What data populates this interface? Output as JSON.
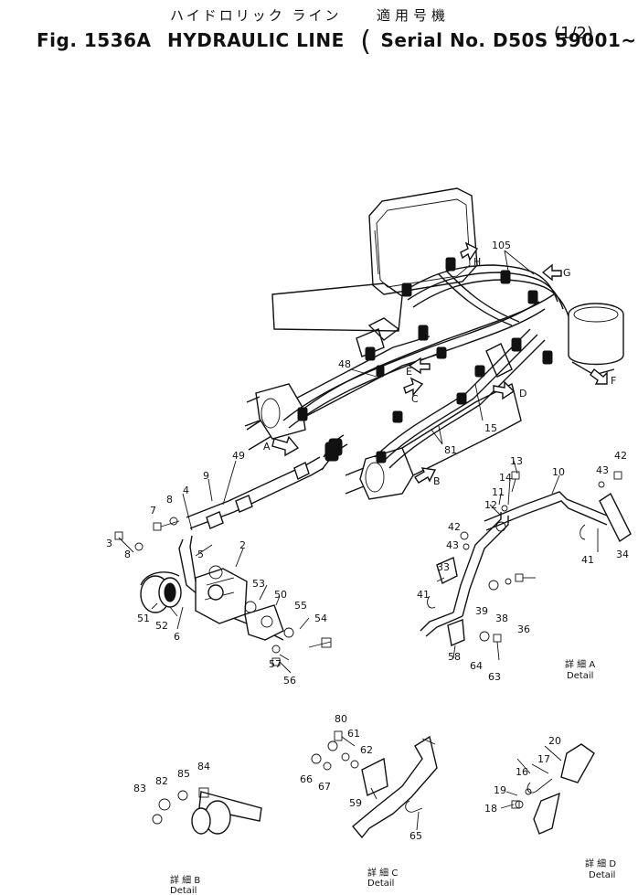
{
  "header": {
    "jp_subtitle": "ハイドロリック ライン",
    "jp_serial": "適用号機",
    "fig_no": "Fig. 1536A",
    "title": "HYDRAULIC LINE",
    "serial": "Serial No. D50S 59001~",
    "sheet": "(1/2)"
  },
  "parts": [
    "105",
    "48",
    "15",
    "81",
    "49",
    "9",
    "4",
    "8",
    "7",
    "3",
    "8",
    "5",
    "2",
    "51",
    "52",
    "6",
    "53",
    "50",
    "55",
    "54",
    "57",
    "56",
    "13",
    "14",
    "11",
    "12",
    "10",
    "42",
    "43",
    "42",
    "43",
    "33",
    "41",
    "39",
    "38",
    "36",
    "41",
    "58",
    "64",
    "63",
    "34",
    "80",
    "61",
    "62",
    "66",
    "67",
    "59",
    "65",
    "83",
    "82",
    "85",
    "84",
    "20",
    "17",
    "16",
    "19",
    "18"
  ],
  "arrows": [
    "A",
    "B",
    "C",
    "D",
    "E",
    "F",
    "G",
    "H"
  ],
  "details": [
    {
      "jp": "詳 細 A",
      "en": "Detail"
    },
    {
      "jp": "詳 細 B",
      "en": "Detail"
    },
    {
      "jp": "詳 細 C",
      "en": "Detail"
    },
    {
      "jp": "詳 細 D",
      "en": "Detail"
    }
  ]
}
